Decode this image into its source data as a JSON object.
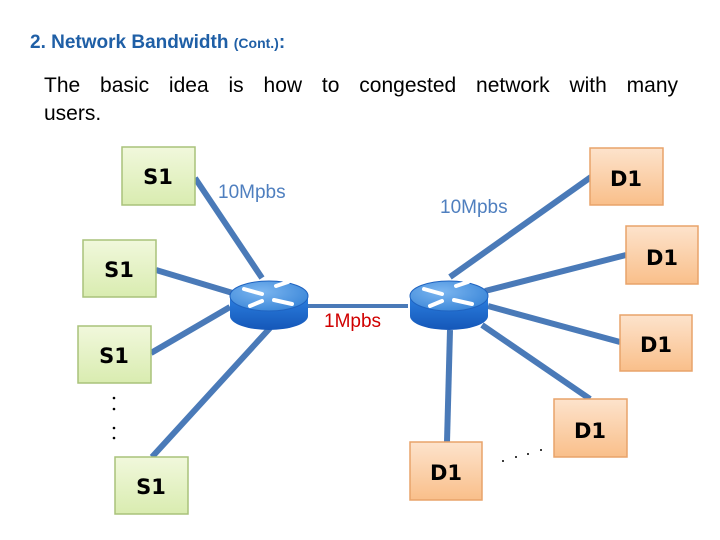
{
  "slide": {
    "title_main": "2. Network Bandwidth ",
    "title_small": "(Cont.)",
    "title_suffix": ":",
    "body_line1": "The basic idea is how to congested network with many",
    "body_line2": "users."
  },
  "colors": {
    "title": "#1f5fa6",
    "link": "#4a7ab8",
    "source_box_fill": "#e4f2c4",
    "source_box_border": "#a9c27a",
    "dest_box_fill": "#fbd0a8",
    "dest_box_border": "#e8a36a",
    "router": "#2a79d6",
    "label_access": "#4f7fbf",
    "label_bottleneck": "#d00000"
  },
  "diagram": {
    "sources": [
      {
        "id": "s1a",
        "label": "S1"
      },
      {
        "id": "s1b",
        "label": "S1"
      },
      {
        "id": "s1c",
        "label": "S1"
      },
      {
        "id": "s1d",
        "label": "S1"
      }
    ],
    "destinations": [
      {
        "id": "d1a",
        "label": "D1"
      },
      {
        "id": "d1b",
        "label": "D1"
      },
      {
        "id": "d1c",
        "label": "D1"
      },
      {
        "id": "d1d",
        "label": "D1"
      },
      {
        "id": "d1e",
        "label": "D1"
      }
    ],
    "routers": [
      {
        "id": "router-left"
      },
      {
        "id": "router-right"
      }
    ],
    "links": {
      "access_left": "10Mpbs",
      "access_right": "10Mpbs",
      "bottleneck": "1Mpbs"
    },
    "ellipsis_left": ". . . .",
    "ellipsis_right": ". . . ."
  }
}
